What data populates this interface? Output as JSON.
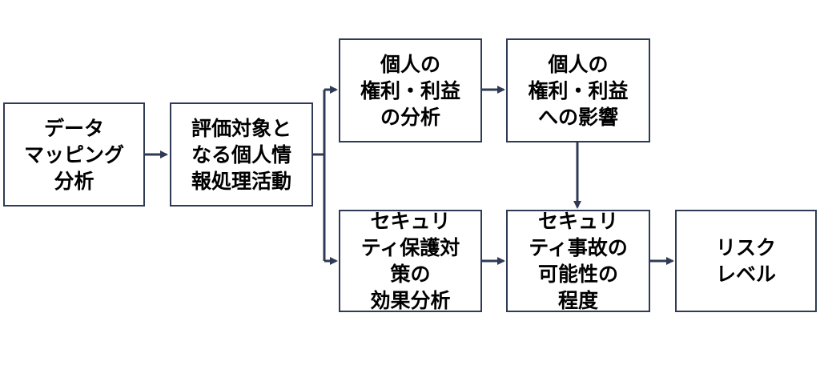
{
  "diagram": {
    "nodes": [
      {
        "id": "data-mapping",
        "text": "データ\nマッピング\n分析"
      },
      {
        "id": "target-activity",
        "text": "評価対象と\nなる個人情\n報処理活動"
      },
      {
        "id": "rights-analysis",
        "text": "個人の\n権利・利益\nの分析"
      },
      {
        "id": "rights-impact",
        "text": "個人の\n権利・利益\nへの影響"
      },
      {
        "id": "security-effect",
        "text": "セキュリ\nティ保護対\n策の\n効果分析"
      },
      {
        "id": "incident-likelihood",
        "text": "セキュリ\nティ事故の\n可能性の\n程度"
      },
      {
        "id": "risk-level",
        "text": "リスク\nレベル"
      }
    ],
    "edges": [
      {
        "from": "data-mapping",
        "to": "target-activity"
      },
      {
        "from": "target-activity",
        "to": "rights-analysis"
      },
      {
        "from": "target-activity",
        "to": "security-effect"
      },
      {
        "from": "rights-analysis",
        "to": "rights-impact"
      },
      {
        "from": "rights-impact",
        "to": "incident-likelihood"
      },
      {
        "from": "security-effect",
        "to": "incident-likelihood"
      },
      {
        "from": "incident-likelihood",
        "to": "risk-level"
      }
    ],
    "colors": {
      "border": "#2f3b55",
      "arrow": "#2f3b55",
      "text": "#000000"
    }
  }
}
